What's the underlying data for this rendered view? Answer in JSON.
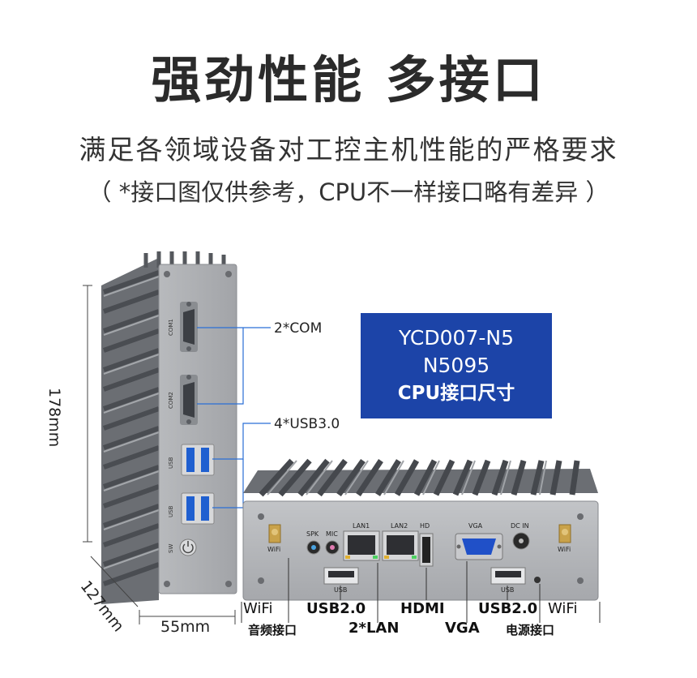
{
  "headline": "强劲性能  多接口",
  "subline": "满足各领域设备对工控主机性能的严格要求",
  "note": "（ *接口图仅供参考，CPU不一样接口略有差异 ）",
  "model_box": {
    "line1": "YCD007-N5",
    "line2": "N5095",
    "line3": "CPU接口尺寸"
  },
  "callouts": {
    "com": "2*COM",
    "usb3": "4*USB3.0"
  },
  "dimensions": {
    "height": "178mm",
    "depth": "127mm",
    "width": "55mm"
  },
  "side_panel_labels": {
    "com1": "COM1",
    "com2": "COM2",
    "usb_a": "USB",
    "usb_b": "USB",
    "sw": "SW"
  },
  "front_panel_labels": {
    "wifi_left": "WiFi",
    "spk": "SPK",
    "mic": "MIC",
    "lan1": "LAN1",
    "lan2": "LAN2",
    "hd": "HD",
    "vga": "VGA",
    "dc_in": "DC IN",
    "wifi_right": "WiFi",
    "usb_left": "USB",
    "usb_right": "USB"
  },
  "bottom_labels": {
    "wifi_left": "WiFi",
    "audio": "音频接口",
    "usb2_left": "USB2.0",
    "lan": "2*LAN",
    "hdmi": "HDMI",
    "vga": "VGA",
    "usb2_right": "USB2.0",
    "power": "电源接口",
    "wifi_right": "WiFi"
  },
  "colors": {
    "model_box_bg": "#1c44a8",
    "callout_line": "#2a6fd6",
    "chassis": "#9a9ca0",
    "fins": "#6f7277",
    "usb3_blue": "#1f5fd0",
    "vga_blue": "#2050c8"
  }
}
